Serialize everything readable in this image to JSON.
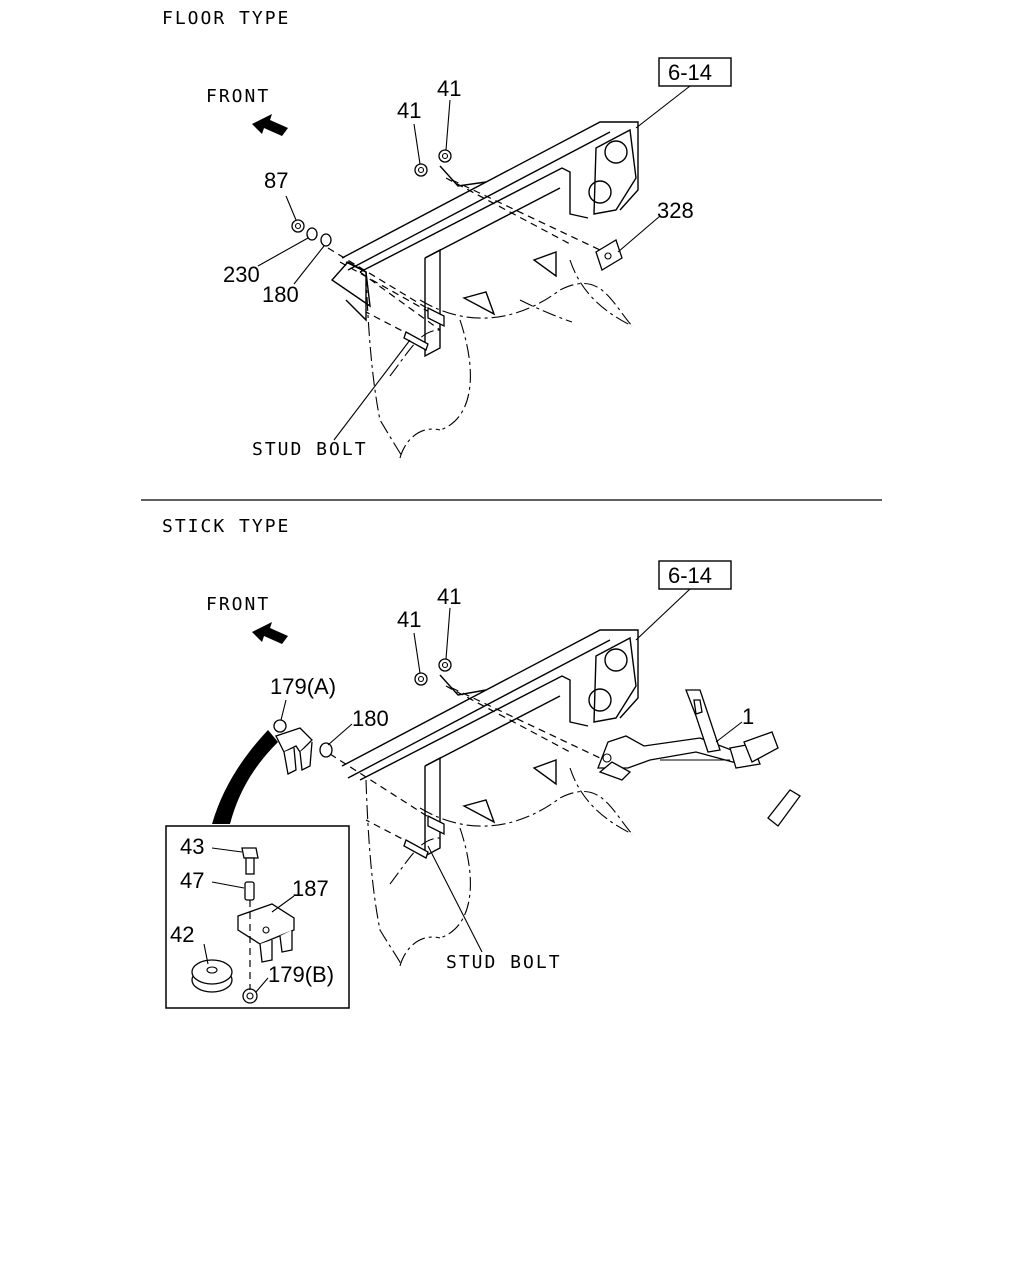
{
  "sections": {
    "floor": {
      "title": "FLOOR TYPE",
      "front_label": "FRONT",
      "ref_box": "6-14",
      "callouts": {
        "c41a": "41",
        "c41b": "41",
        "c87": "87",
        "c230": "230",
        "c180": "180",
        "c328": "328"
      },
      "stud_bolt": "STUD BOLT"
    },
    "stick": {
      "title": "STICK TYPE",
      "front_label": "FRONT",
      "ref_box": "6-14",
      "callouts": {
        "c41a": "41",
        "c41b": "41",
        "c179a": "179(A)",
        "c180": "180",
        "c1": "1"
      },
      "stud_bolt": "STUD BOLT",
      "detail": {
        "c43": "43",
        "c47": "47",
        "c187": "187",
        "c42": "42",
        "c179b": "179(B)"
      }
    }
  }
}
